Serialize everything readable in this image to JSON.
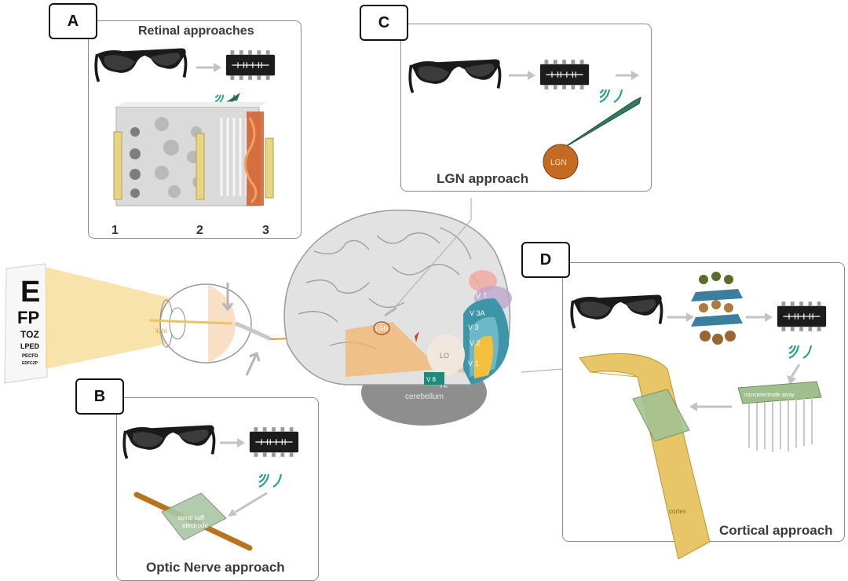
{
  "panels": {
    "a": {
      "letter": "A",
      "title": "Retinal approaches",
      "numbers": [
        "1",
        "2",
        "3"
      ]
    },
    "b": {
      "letter": "B",
      "title": "Optic Nerve approach",
      "electrode_line1": "spiral cuff",
      "electrode_line2": "electrode"
    },
    "c": {
      "letter": "C",
      "title": "LGN approach",
      "target_label": "LGN"
    },
    "d": {
      "letter": "D",
      "title": "Cortical approach",
      "array_label": "microelectrode array",
      "cortex_label": "cortex"
    }
  },
  "eye_chart": {
    "rows": [
      "E",
      "FP",
      "TOZ",
      "LPED",
      "PECFD",
      "EDFCZP"
    ]
  },
  "eye": {
    "light_label": "light"
  },
  "brain": {
    "labels": {
      "lgn": "LGN",
      "v7": "V 7",
      "v3a": "V 3A",
      "v3": "V 3",
      "v2": "V 2",
      "v1": "V 1",
      "lo": "LO",
      "v8": "V 8",
      "v4v": "V 4v",
      "cerebellum": "cerebellum"
    }
  },
  "colors": {
    "accent_orange": "#e8962e",
    "cortex_yellow": "#e8c567",
    "device_green": "#2e9b76",
    "frame": "#8a8a8a"
  },
  "icons": [
    "sunglasses-camera-icon",
    "processor-chip-icon",
    "wireless-signal-icon",
    "arrow-icon"
  ]
}
